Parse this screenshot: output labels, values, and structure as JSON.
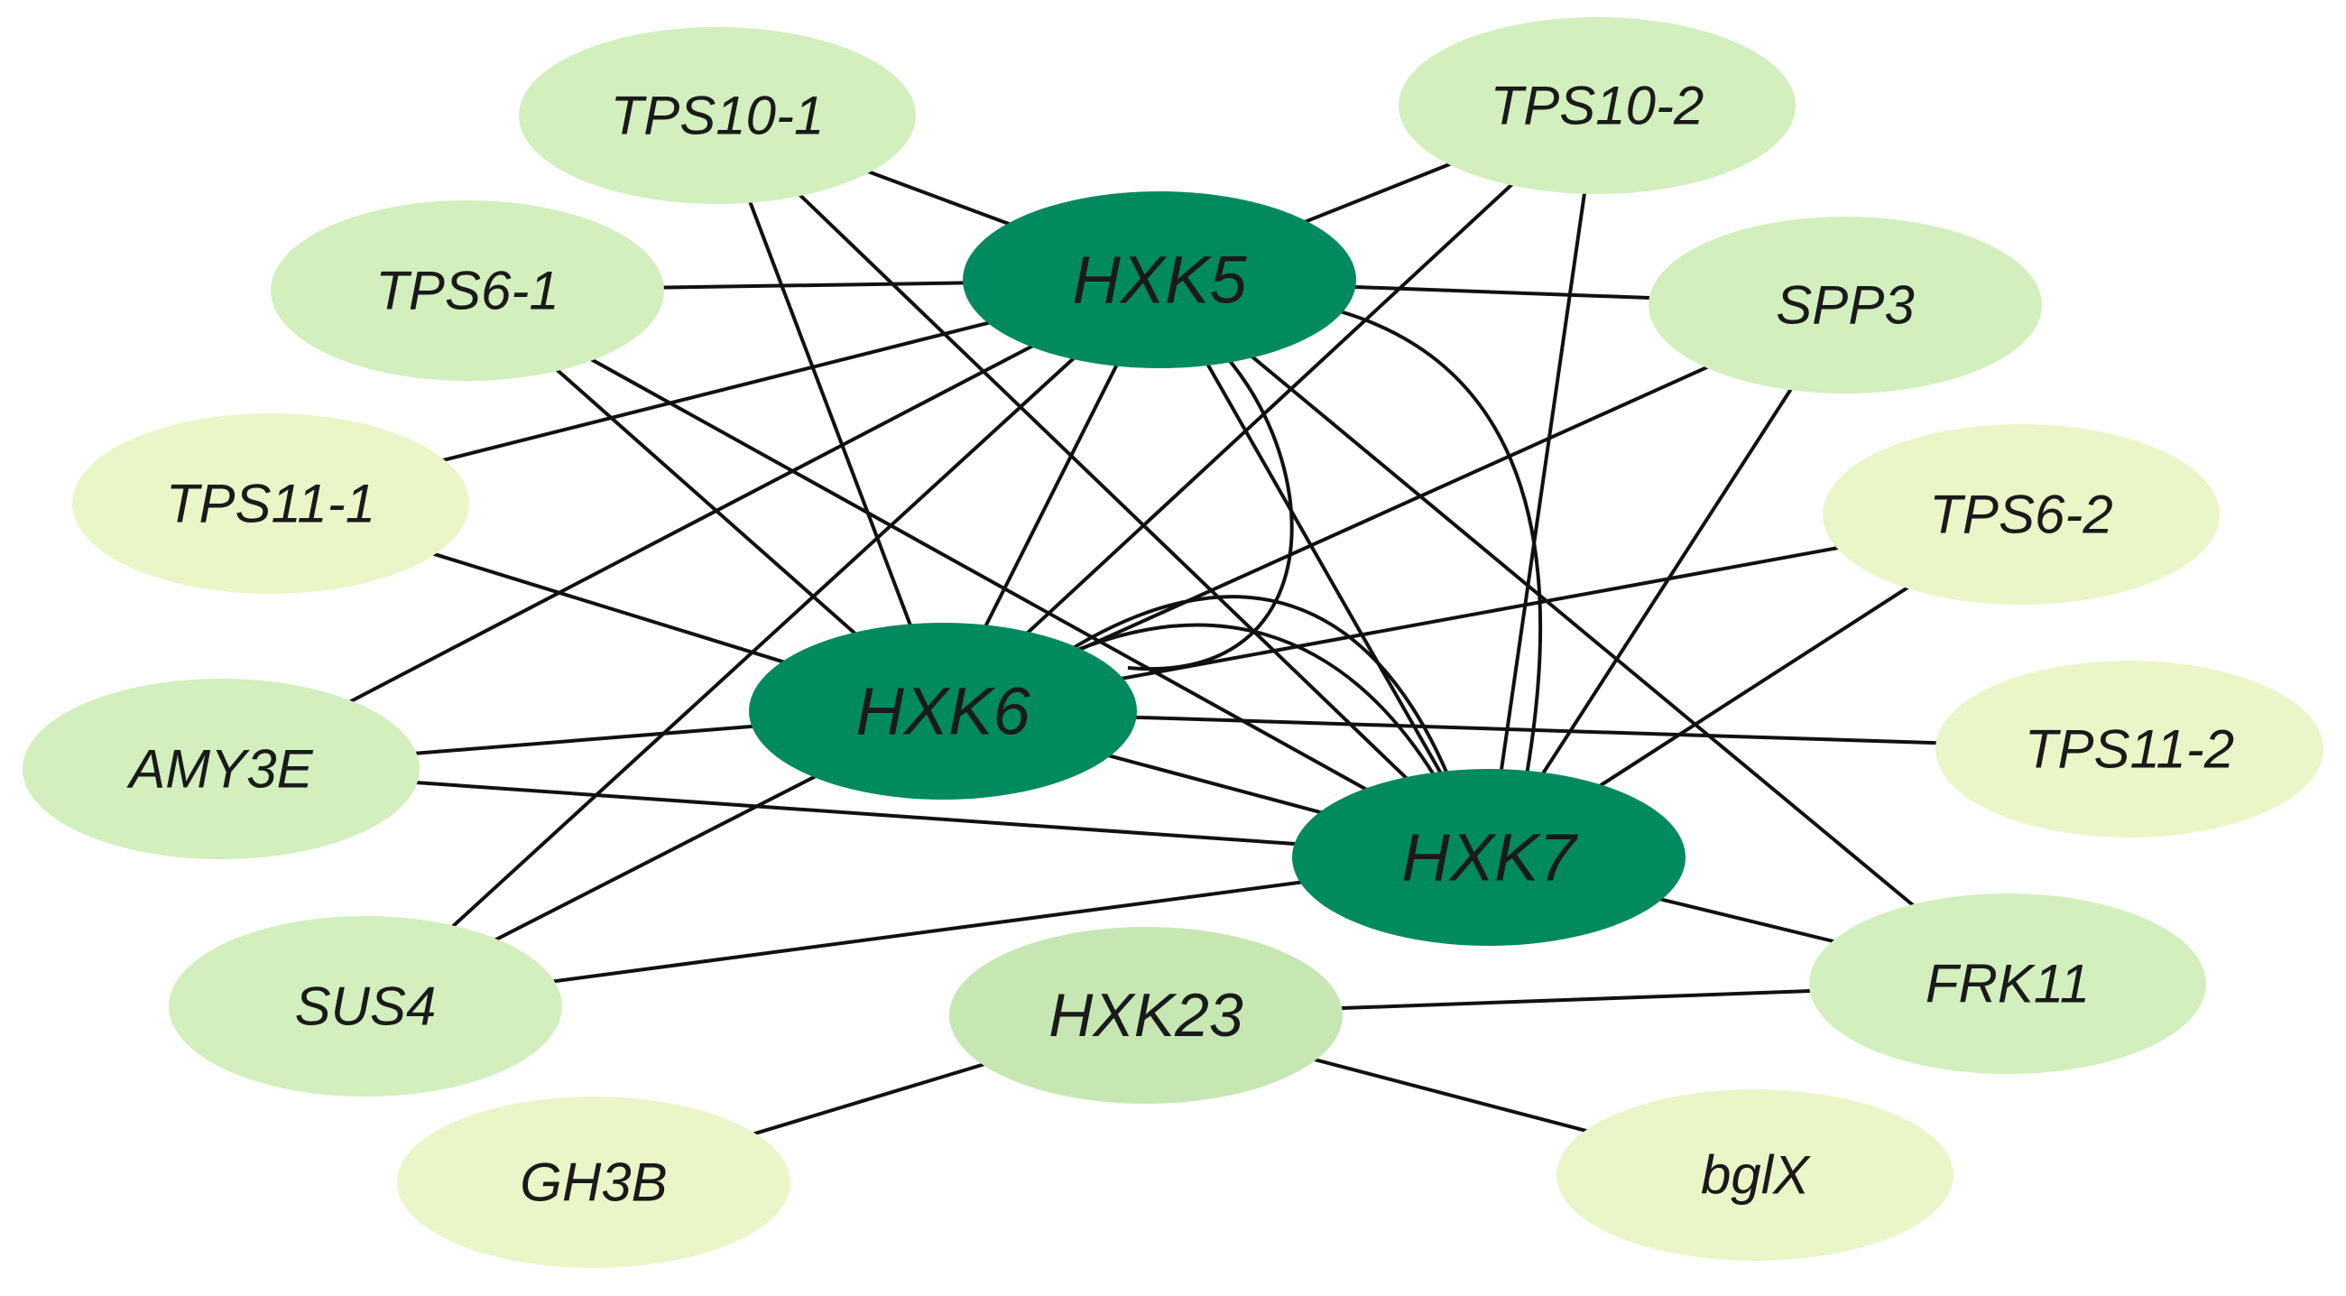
{
  "colors": {
    "hub": "#008a5e",
    "mid": "#c6e7b2",
    "leaf": "#d2efbd",
    "pale": "#eaf6c8",
    "edge": "#111111",
    "text": "#1a1a1a"
  },
  "nodes": {
    "TPS10-1": {
      "label": "TPS10-1",
      "tier": "leaf"
    },
    "TPS10-2": {
      "label": "TPS10-2",
      "tier": "leaf"
    },
    "TPS6-1": {
      "label": "TPS6-1",
      "tier": "leaf"
    },
    "SPP3": {
      "label": "SPP3",
      "tier": "leaf"
    },
    "TPS11-1": {
      "label": "TPS11-1",
      "tier": "pale"
    },
    "TPS6-2": {
      "label": "TPS6-2",
      "tier": "pale"
    },
    "AMY3E": {
      "label": "AMY3E",
      "tier": "leaf"
    },
    "TPS11-2": {
      "label": "TPS11-2",
      "tier": "pale"
    },
    "SUS4": {
      "label": "SUS4",
      "tier": "leaf"
    },
    "FRK11": {
      "label": "FRK11",
      "tier": "leaf"
    },
    "GH3B": {
      "label": "GH3B",
      "tier": "pale"
    },
    "bglX": {
      "label": "bglX",
      "tier": "pale"
    },
    "HXK23": {
      "label": "HXK23",
      "tier": "mid"
    },
    "HXK5": {
      "label": "HXK5",
      "tier": "hub"
    },
    "HXK6": {
      "label": "HXK6",
      "tier": "hub"
    },
    "HXK7": {
      "label": "HXK7",
      "tier": "hub"
    }
  },
  "edges": [
    [
      "TPS10-1",
      "HXK5"
    ],
    [
      "TPS10-1",
      "HXK6"
    ],
    [
      "TPS10-1",
      "HXK7"
    ],
    [
      "TPS10-2",
      "HXK5"
    ],
    [
      "TPS10-2",
      "HXK6"
    ],
    [
      "TPS10-2",
      "HXK7"
    ],
    [
      "TPS6-1",
      "HXK5"
    ],
    [
      "TPS6-1",
      "HXK6"
    ],
    [
      "TPS6-1",
      "HXK7"
    ],
    [
      "SPP3",
      "HXK5"
    ],
    [
      "SPP3",
      "HXK6"
    ],
    [
      "SPP3",
      "HXK7"
    ],
    [
      "TPS11-1",
      "HXK5"
    ],
    [
      "TPS11-1",
      "HXK6"
    ],
    [
      "TPS6-2",
      "HXK6"
    ],
    [
      "TPS6-2",
      "HXK7"
    ],
    [
      "AMY3E",
      "HXK5"
    ],
    [
      "AMY3E",
      "HXK6"
    ],
    [
      "AMY3E",
      "HXK7"
    ],
    [
      "TPS11-2",
      "HXK6"
    ],
    [
      "SUS4",
      "HXK5"
    ],
    [
      "SUS4",
      "HXK6"
    ],
    [
      "SUS4",
      "HXK7"
    ],
    [
      "FRK11",
      "HXK5"
    ],
    [
      "FRK11",
      "HXK7"
    ],
    [
      "FRK11",
      "HXK23"
    ],
    [
      "HXK23",
      "GH3B"
    ],
    [
      "HXK23",
      "bglX"
    ],
    [
      "HXK5",
      "HXK6"
    ],
    [
      "HXK5",
      "HXK7"
    ],
    [
      "HXK6",
      "HXK7"
    ]
  ]
}
